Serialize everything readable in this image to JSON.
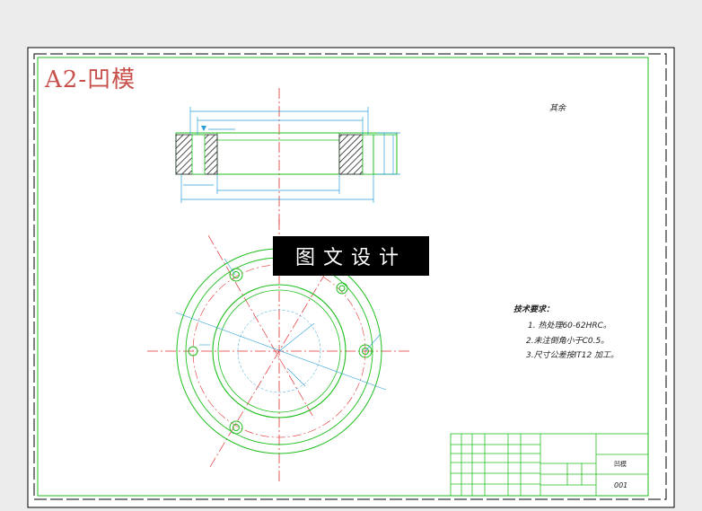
{
  "drawing": {
    "title_label": "A2-凹模",
    "watermark": "图文设计",
    "rest_mark": "其余",
    "tech_title": "技术要求：",
    "tech_notes": [
      "1. 热处理60-62HRC。",
      "2.未注倒角小于C0.5。",
      "3.尺寸公差按IT12 加工。"
    ],
    "part_name": "凹模",
    "drawing_number": "001",
    "colors": {
      "outline": "#1fbf1f",
      "centerline": "#e03030",
      "dimension": "#2a9fd6",
      "hatch": "#222222",
      "frame": "#000000"
    }
  }
}
